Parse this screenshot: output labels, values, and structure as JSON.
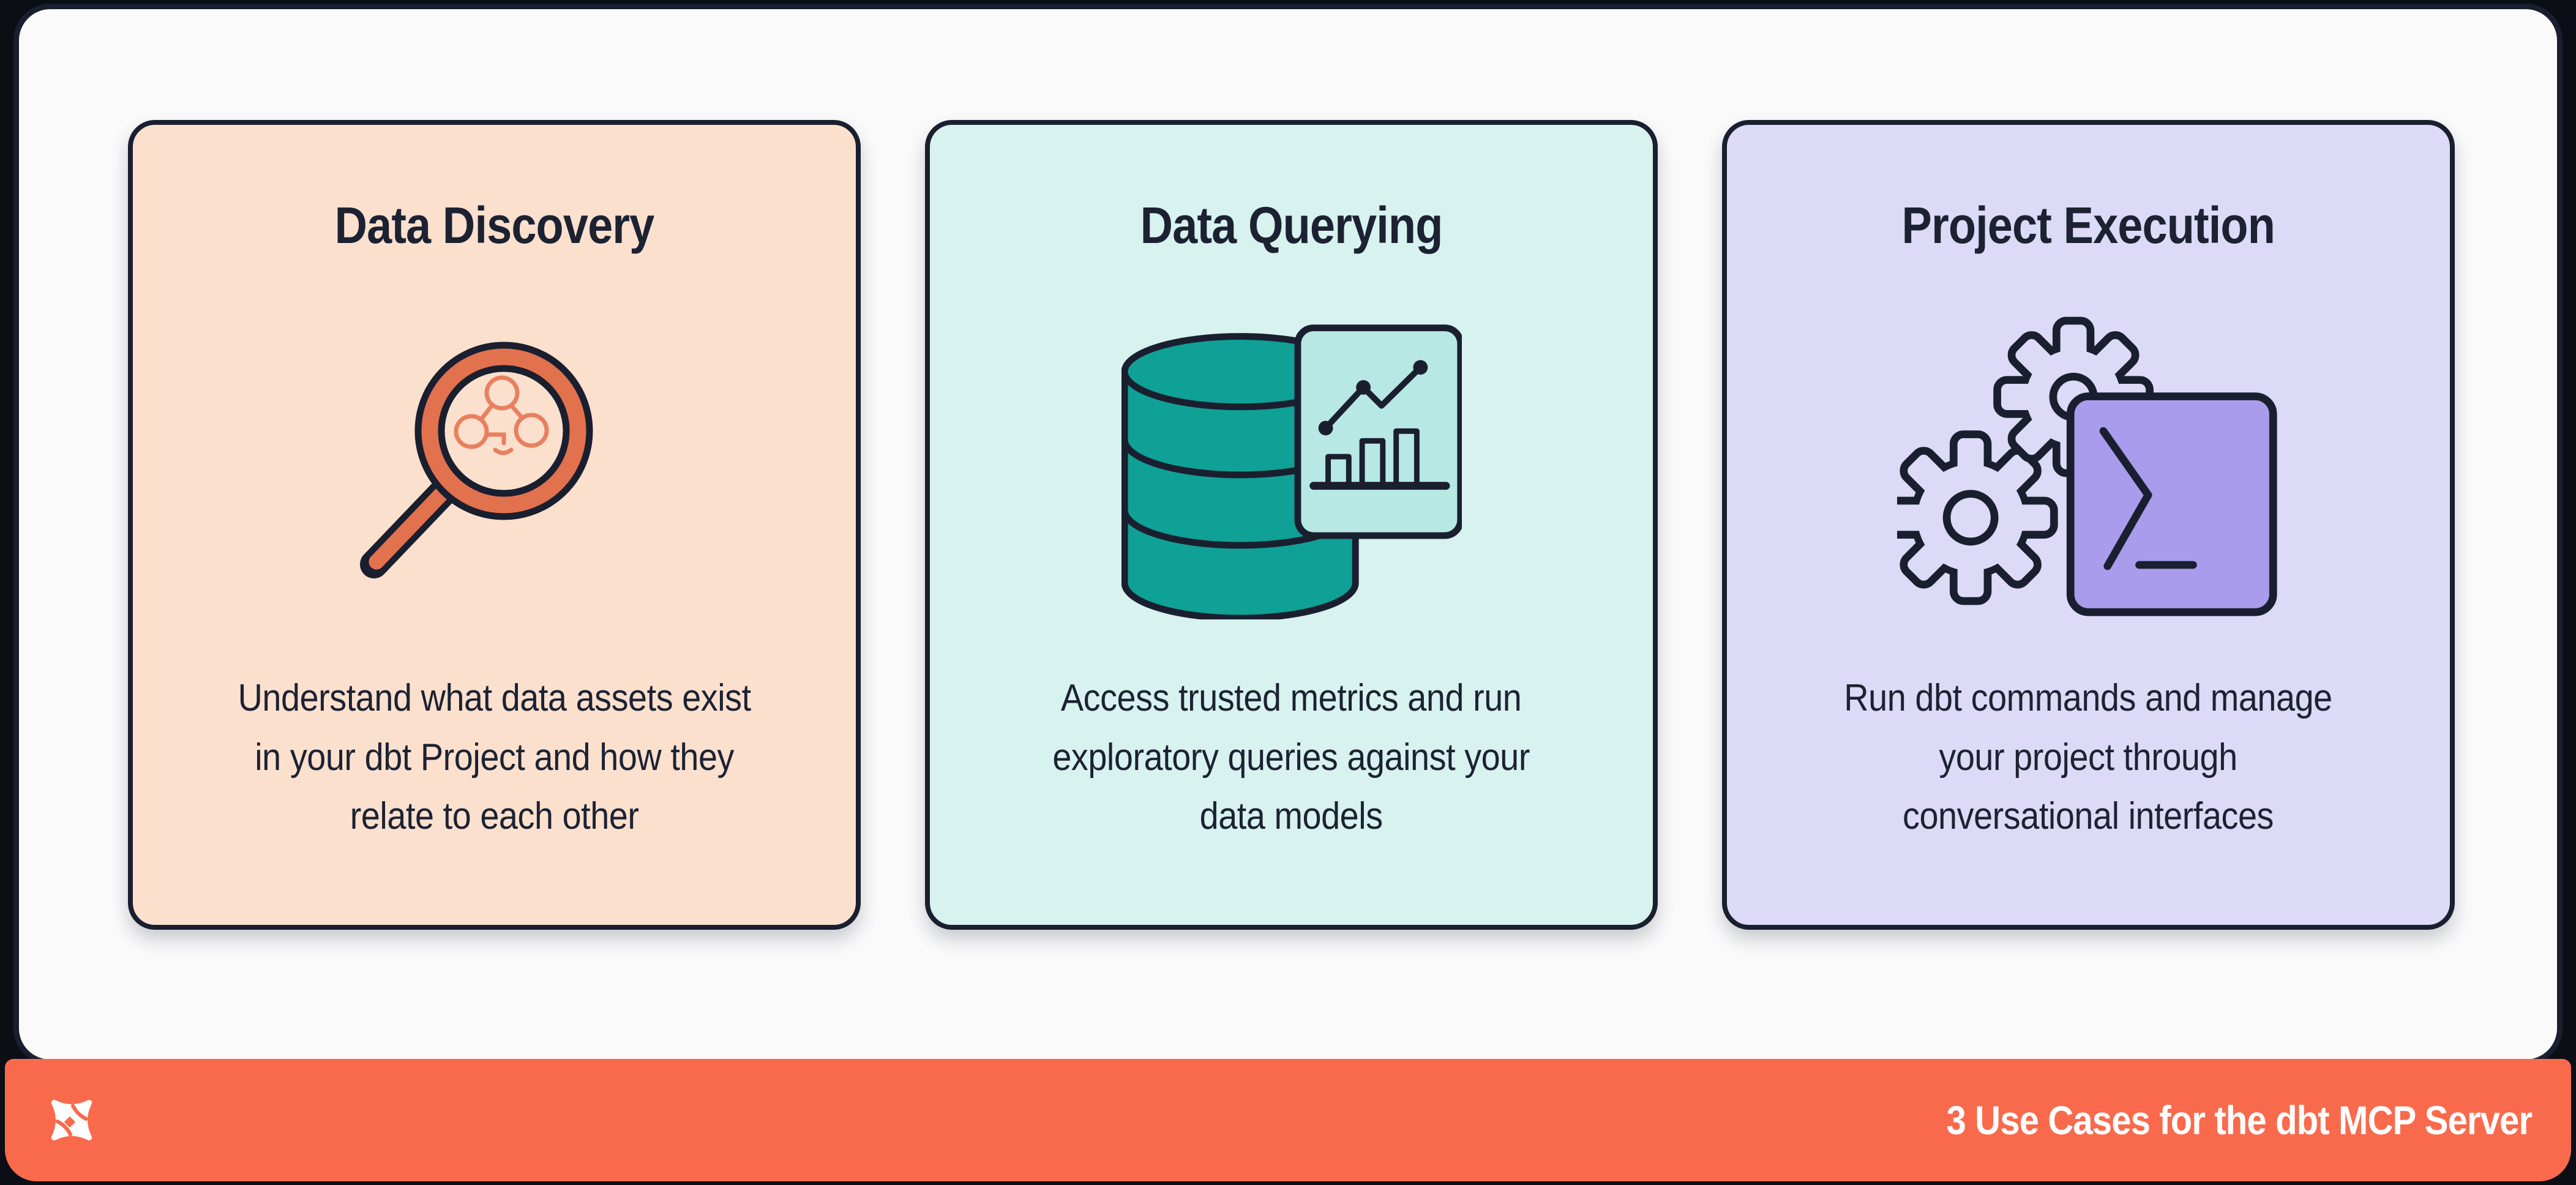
{
  "cards": [
    {
      "title": "Data Discovery",
      "body_lines": [
        "Understand what data assets exist",
        "in your dbt Project and how they",
        "relate to each other"
      ],
      "bg": "#FBE0CE",
      "icon": "magnifier-lineage-icon",
      "accent": "#E2714E"
    },
    {
      "title": "Data Querying",
      "body_lines": [
        "Access trusted metrics and run",
        "exploratory queries against your",
        "data models"
      ],
      "bg": "#D7F2EF",
      "icon": "database-chart-icon",
      "accent": "#0FA096"
    },
    {
      "title": "Project Execution",
      "body_lines": [
        "Run dbt commands and manage",
        "your project through",
        "conversational interfaces"
      ],
      "bg": "#DCDAF6",
      "icon": "gears-terminal-icon",
      "accent": "#A99CEC"
    }
  ],
  "footer": {
    "label": "3 Use Cases for the dbt MCP Server",
    "logo": "dbt-logo",
    "bg": "#F96A4C",
    "text_color": "#FFFFFF"
  },
  "colors": {
    "canvas": "#0B0E15",
    "panel_bg": "#FAFAFB",
    "outline": "#1A1F2F",
    "title_text": "#1C2232",
    "body_text": "#1C2232",
    "magnifier_ring": "#E2714E",
    "lineage_stroke": "#E8805F",
    "database_teal": "#0FA096",
    "chart_panel": "#B7E8E3",
    "terminal_purple": "#A99CEC",
    "footer_orange": "#F96A4C"
  }
}
